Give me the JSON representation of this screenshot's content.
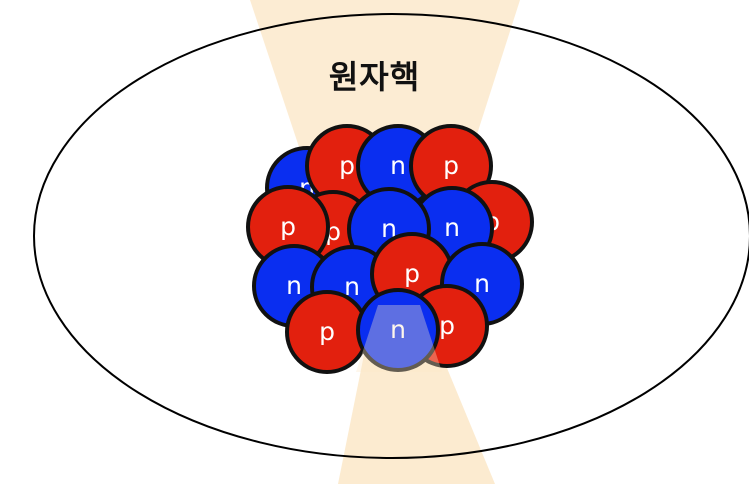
{
  "title": "원자핵",
  "colors": {
    "proton": "#e2200e",
    "neutron": "#0a2ef0",
    "outline": "#111111",
    "beam": "#fbe7c8",
    "ellipse_stroke": "#000000"
  },
  "nucleons": [
    {
      "type": "neutron",
      "label": "n"
    },
    {
      "type": "proton",
      "label": "p"
    },
    {
      "type": "neutron",
      "label": "n"
    },
    {
      "type": "proton",
      "label": "p"
    },
    {
      "type": "proton",
      "label": "p"
    },
    {
      "type": "proton",
      "label": "p"
    },
    {
      "type": "neutron",
      "label": "n"
    },
    {
      "type": "proton",
      "label": "p"
    },
    {
      "type": "neutron",
      "label": "n"
    },
    {
      "type": "neutron",
      "label": "n"
    },
    {
      "type": "neutron",
      "label": "n"
    },
    {
      "type": "proton",
      "label": "p"
    },
    {
      "type": "proton",
      "label": "p"
    },
    {
      "type": "neutron",
      "label": "n"
    },
    {
      "type": "proton",
      "label": "p"
    },
    {
      "type": "neutron",
      "label": "n"
    }
  ]
}
